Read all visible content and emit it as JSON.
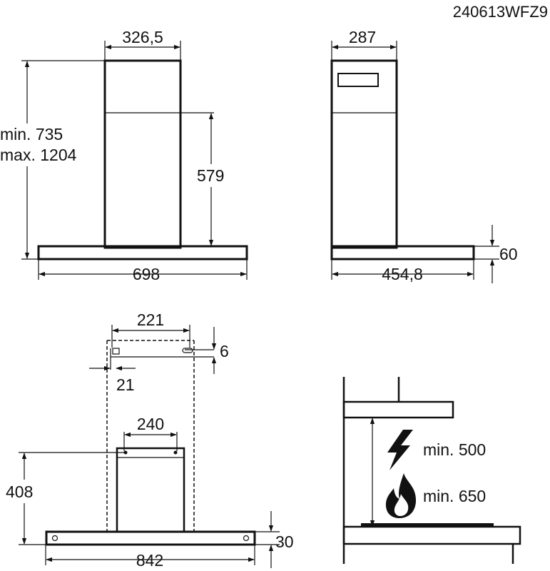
{
  "reference_code": "240613WFZ9",
  "front_view": {
    "chimney_width": "326,5",
    "height_range_min": "min. 735",
    "height_range_max": "max. 1204",
    "upper_chimney_height": "579",
    "canopy_width": "698"
  },
  "side_view": {
    "chimney_depth": "287",
    "canopy_thickness": "60",
    "canopy_depth": "454,8"
  },
  "mounting_plan": {
    "bracket_span": "221",
    "bracket_hole_height": "6",
    "bracket_offset": "21",
    "duct_width": "240",
    "duct_height": "408",
    "hood_thickness": "30",
    "hood_width": "842"
  },
  "clearance_view": {
    "electric_hob_clearance": "min. 500",
    "gas_hob_clearance": "min. 650",
    "icons": [
      "lightning-bolt-icon",
      "flame-icon"
    ]
  }
}
